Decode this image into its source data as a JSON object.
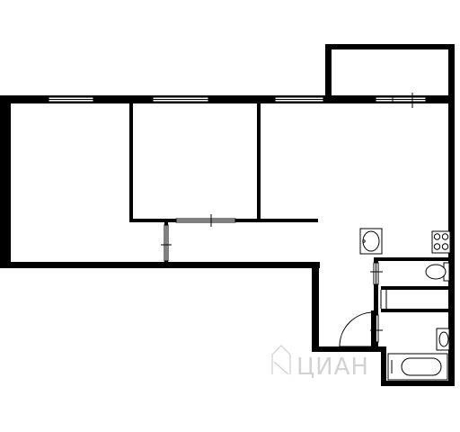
{
  "floor_plan": {
    "rooms": [
      "room-left",
      "room-middle",
      "room-right-hall",
      "balcony",
      "toilet",
      "bathroom"
    ],
    "fixtures": [
      "sink",
      "stove",
      "toilet",
      "sink-bathroom",
      "bathtub"
    ]
  },
  "watermark": {
    "logo_icon": "cian-house-icon",
    "text": "ЦИАН"
  },
  "colors": {
    "wall": "#000000",
    "background": "#ffffff",
    "watermark": "#d2d2d2"
  }
}
